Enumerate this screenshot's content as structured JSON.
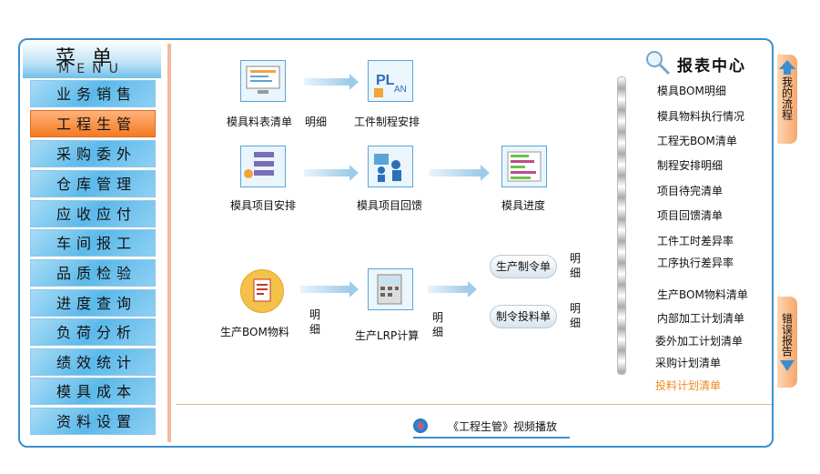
{
  "menu": {
    "title": "菜单",
    "subtitle": "MENU",
    "items": [
      {
        "label": "业务销售"
      },
      {
        "label": "工程生管"
      },
      {
        "label": "采购委外"
      },
      {
        "label": "仓库管理"
      },
      {
        "label": "应收应付"
      },
      {
        "label": "车间报工"
      },
      {
        "label": "品质检验"
      },
      {
        "label": "进度查询"
      },
      {
        "label": "负荷分析"
      },
      {
        "label": "绩效统计"
      },
      {
        "label": "模具成本"
      },
      {
        "label": "资料设置"
      }
    ],
    "active": "工程生管"
  },
  "flow": {
    "row1": {
      "a": "模具料表清单",
      "a_detail": "明细",
      "b": "工件制程安排"
    },
    "row2": {
      "a": "模具项目安排",
      "b": "模具项目回馈",
      "c": "模具进度"
    },
    "row3": {
      "a": "生产BOM物料",
      "a_detail": "明细",
      "b": "生产LRP计算",
      "b_detail": "明细",
      "c1": "生产制令单",
      "c1_detail": "明细",
      "c2": "制令投料单",
      "c2_detail": "明细"
    }
  },
  "report": {
    "title": "报表中心",
    "items": [
      {
        "label": "模具BOM明细"
      },
      {
        "label": "模具物料执行情况"
      },
      {
        "label": "工程无BOM清单"
      },
      {
        "label": "制程安排明细"
      },
      {
        "label": "项目待完清单"
      },
      {
        "label": "项目回馈清单"
      },
      {
        "label": "工件工时差异率"
      },
      {
        "label": "工序执行差异率"
      },
      {
        "label": "生产BOM物料清单"
      },
      {
        "label": "内部加工计划清单"
      },
      {
        "label": "委外加工计划清单"
      },
      {
        "label": "采购计划清单"
      },
      {
        "label": "投料计划清单"
      }
    ]
  },
  "video": {
    "label": "《工程生管》视频播放"
  },
  "side_tabs": {
    "flow": "我的流程",
    "error": "错误报告"
  },
  "colors": {
    "accent": "#3b8fd0",
    "active_menu": "#f47a24",
    "hot_link": "#f08a20"
  }
}
